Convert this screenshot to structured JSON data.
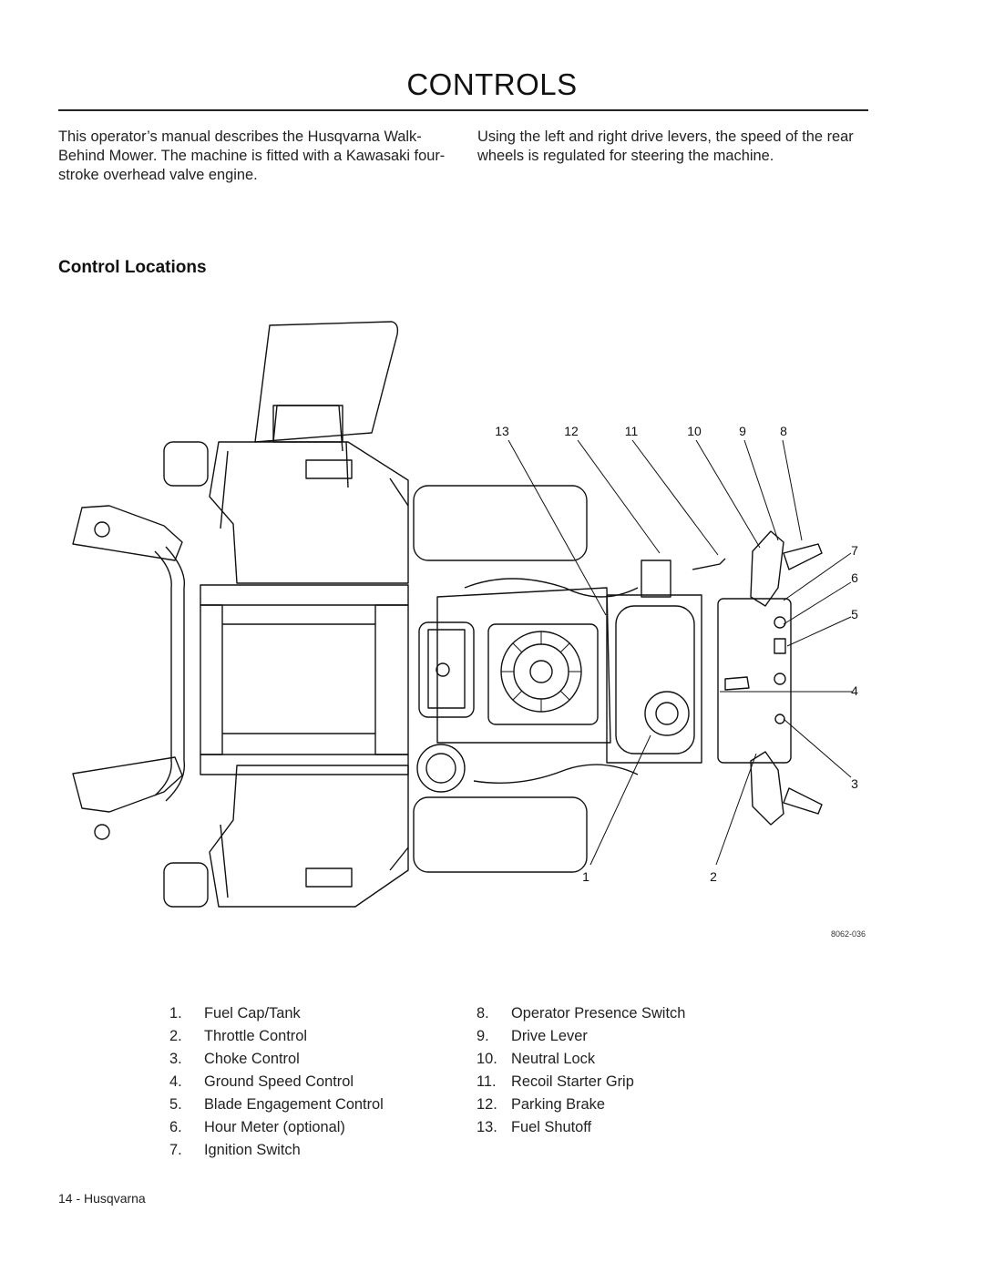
{
  "page_title": "CONTROLS",
  "intro": {
    "left": "This operator’s manual describes the Husqvarna Walk-Behind Mower. The machine is fitted with a Kawasaki four-stroke overhead valve engine.",
    "right": "Using the left and right drive levers, the speed of the rear wheels is regulated for steering the machine."
  },
  "section_heading": "Control Locations",
  "figure": {
    "code": "8062-036",
    "callouts": [
      "13",
      "12",
      "11",
      "10",
      "9",
      "8",
      "7",
      "6",
      "5",
      "4",
      "3",
      "2",
      "1"
    ]
  },
  "legend_left": [
    {
      "num": "1.",
      "label": "Fuel Cap/Tank"
    },
    {
      "num": "2.",
      "label": "Throttle Control"
    },
    {
      "num": "3.",
      "label": "Choke Control"
    },
    {
      "num": "4.",
      "label": "Ground Speed Control"
    },
    {
      "num": "5.",
      "label": "Blade Engagement Control"
    },
    {
      "num": "6.",
      "label": "Hour Meter (optional)"
    },
    {
      "num": "7.",
      "label": "Ignition Switch"
    }
  ],
  "legend_right": [
    {
      "num": "8.",
      "label": "Operator Presence Switch"
    },
    {
      "num": "9.",
      "label": "Drive Lever"
    },
    {
      "num": "10.",
      "label": "Neutral Lock"
    },
    {
      "num": "11.",
      "label": "Recoil Starter Grip"
    },
    {
      "num": "12.",
      "label": "Parking Brake"
    },
    {
      "num": "13.",
      "label": "Fuel Shutoff"
    }
  ],
  "footer": "14 - Husqvarna"
}
